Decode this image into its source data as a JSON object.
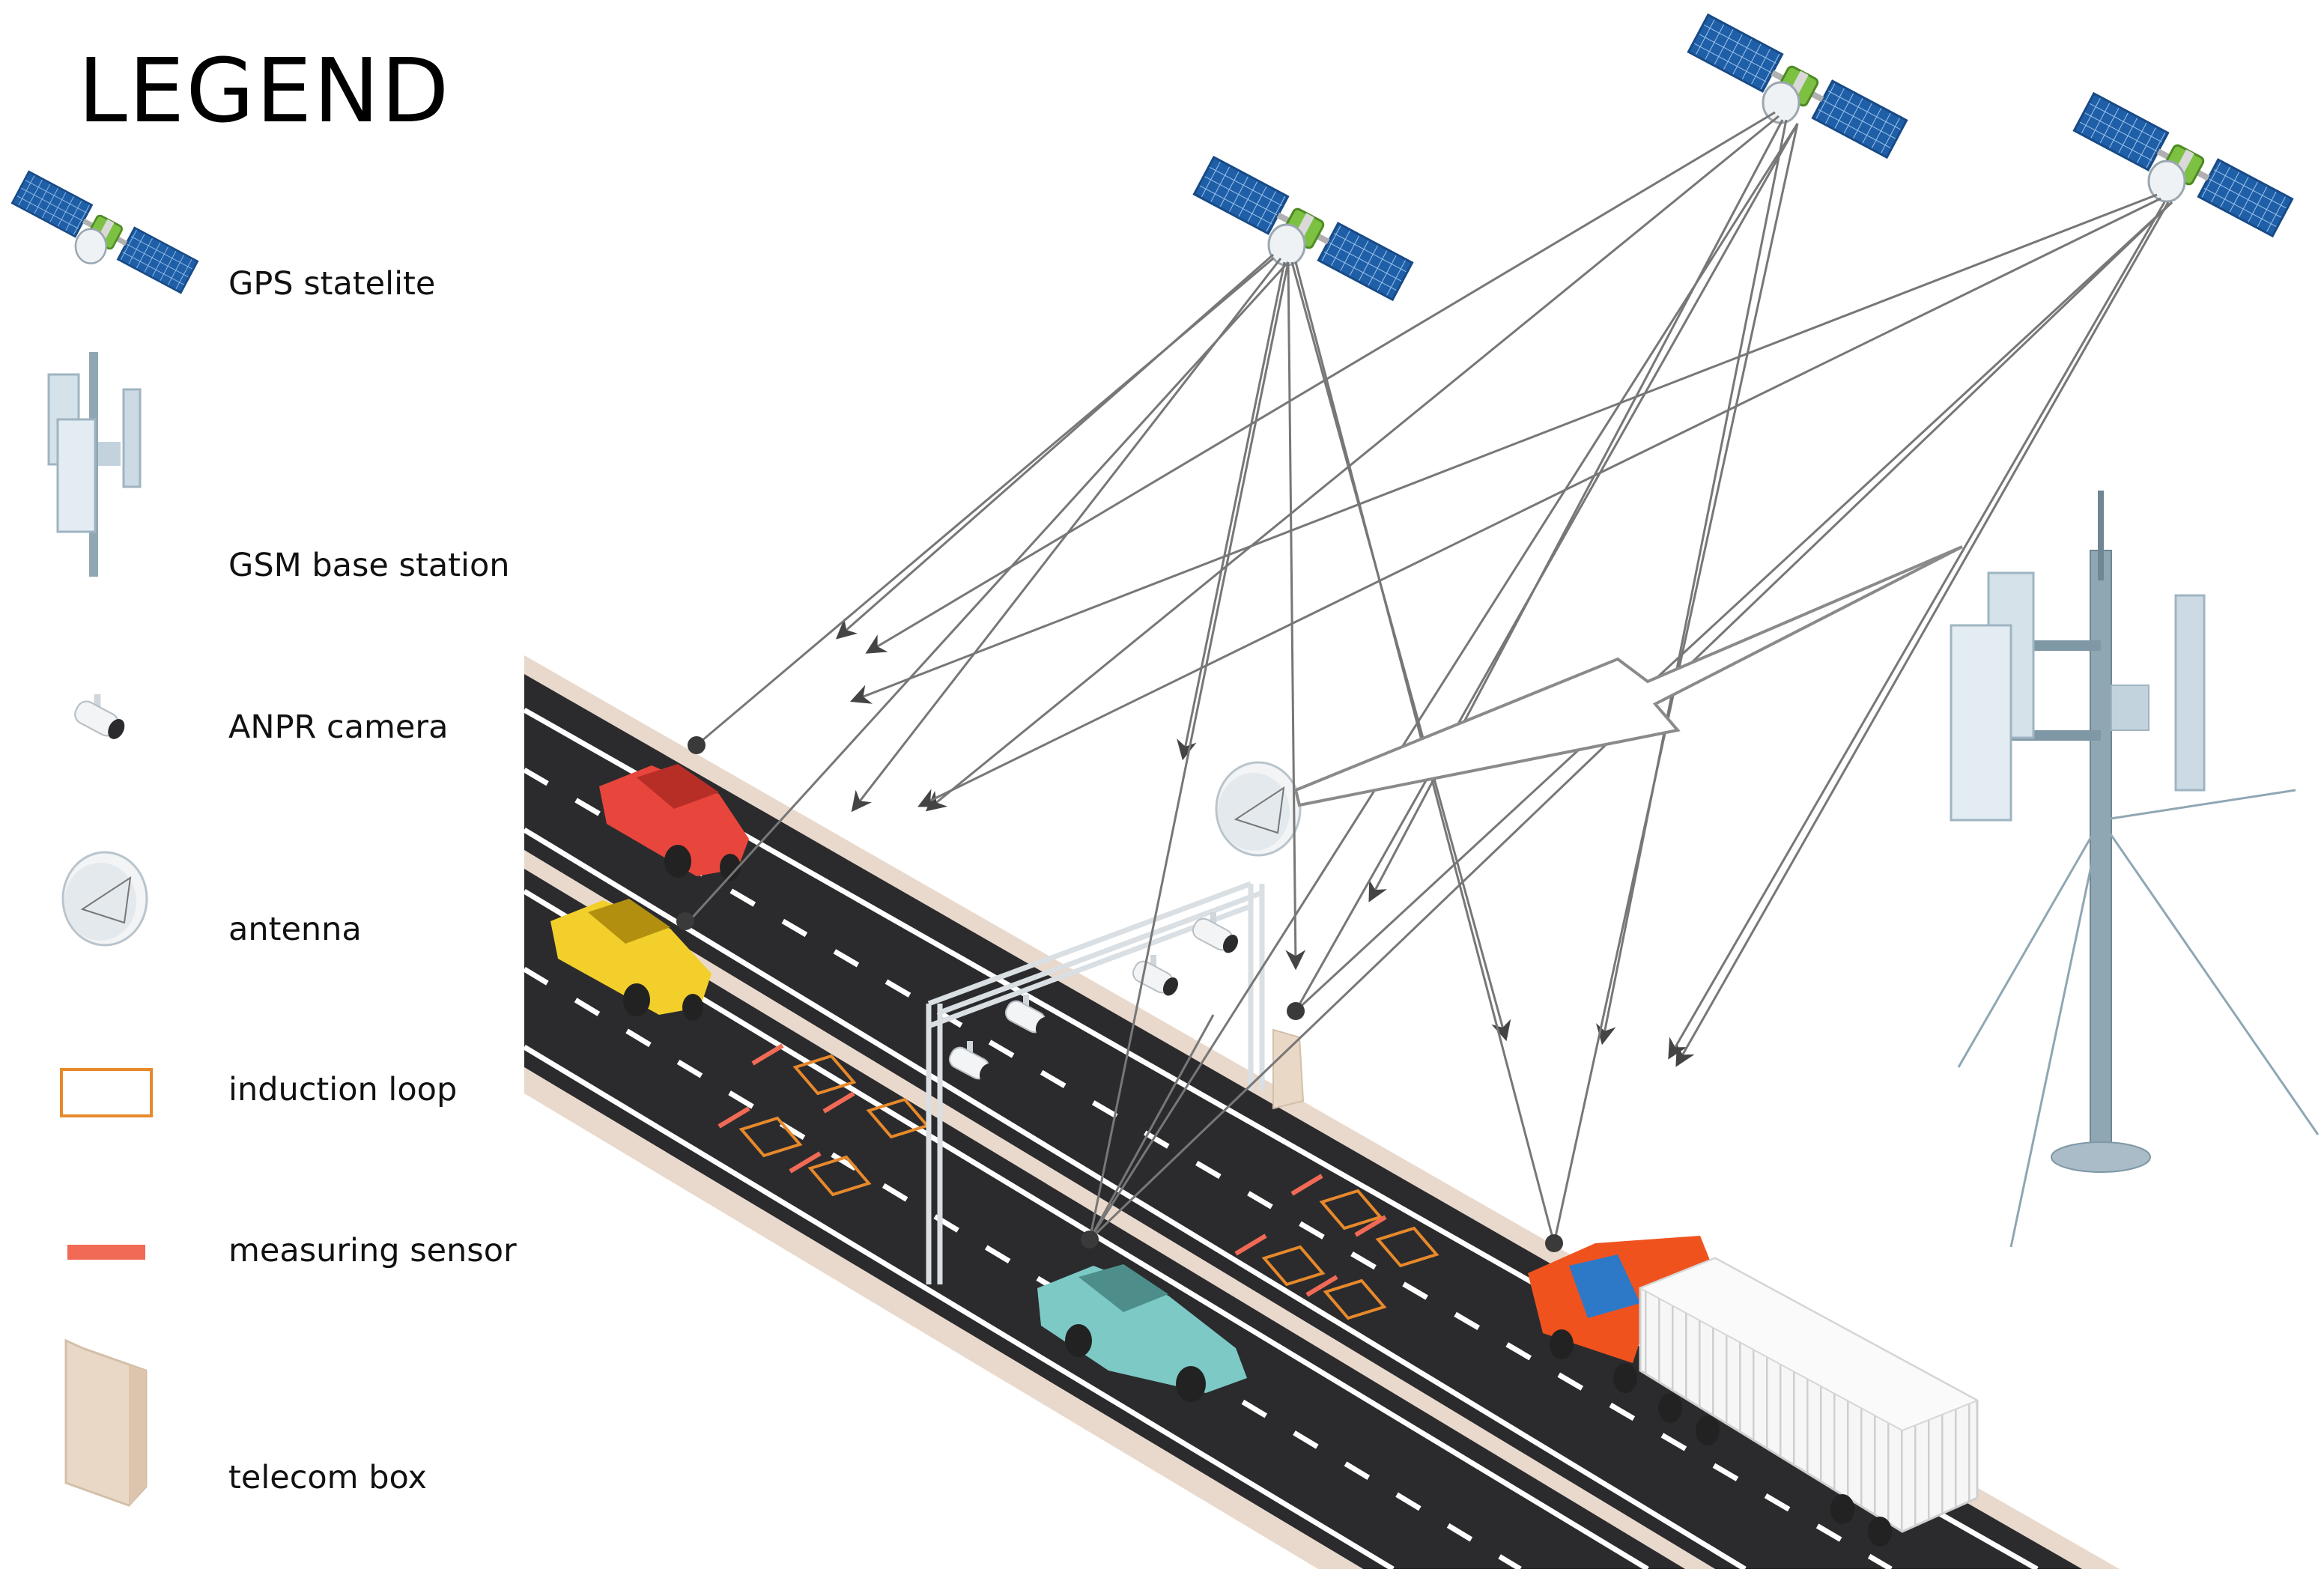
{
  "legend": {
    "title": "LEGEND",
    "items": [
      {
        "icon": "gps-satellite-icon",
        "label": "GPS statelite"
      },
      {
        "icon": "gsm-base-station-icon",
        "label": "GSM base station"
      },
      {
        "icon": "anpr-camera-icon",
        "label": "ANPR camera"
      },
      {
        "icon": "antenna-icon",
        "label": "antenna"
      },
      {
        "icon": "induction-loop-icon",
        "label": "induction loop"
      },
      {
        "icon": "measuring-sensor-icon",
        "label": "measuring sensor"
      },
      {
        "icon": "telecom-box-icon",
        "label": "telecom box"
      }
    ]
  },
  "colors": {
    "road": "#2b2b2e",
    "shoulder": "#e9d9cc",
    "lane_marking": "#ffffff",
    "solar_panel": "#1f5fa8",
    "satellite_body": "#7cc142",
    "induction_loop": "#e8892a",
    "measuring_sensor": "#f06a55",
    "telecom_box": "#ead8c6",
    "signal_line": "#6b6b6b",
    "car_red": "#e8453c",
    "car_yellow": "#f2cf2a",
    "car_teal": "#7cc9c6",
    "truck_cab": "#f0521e",
    "container": "#f4f4f4",
    "tower": "#8fa7b3"
  }
}
